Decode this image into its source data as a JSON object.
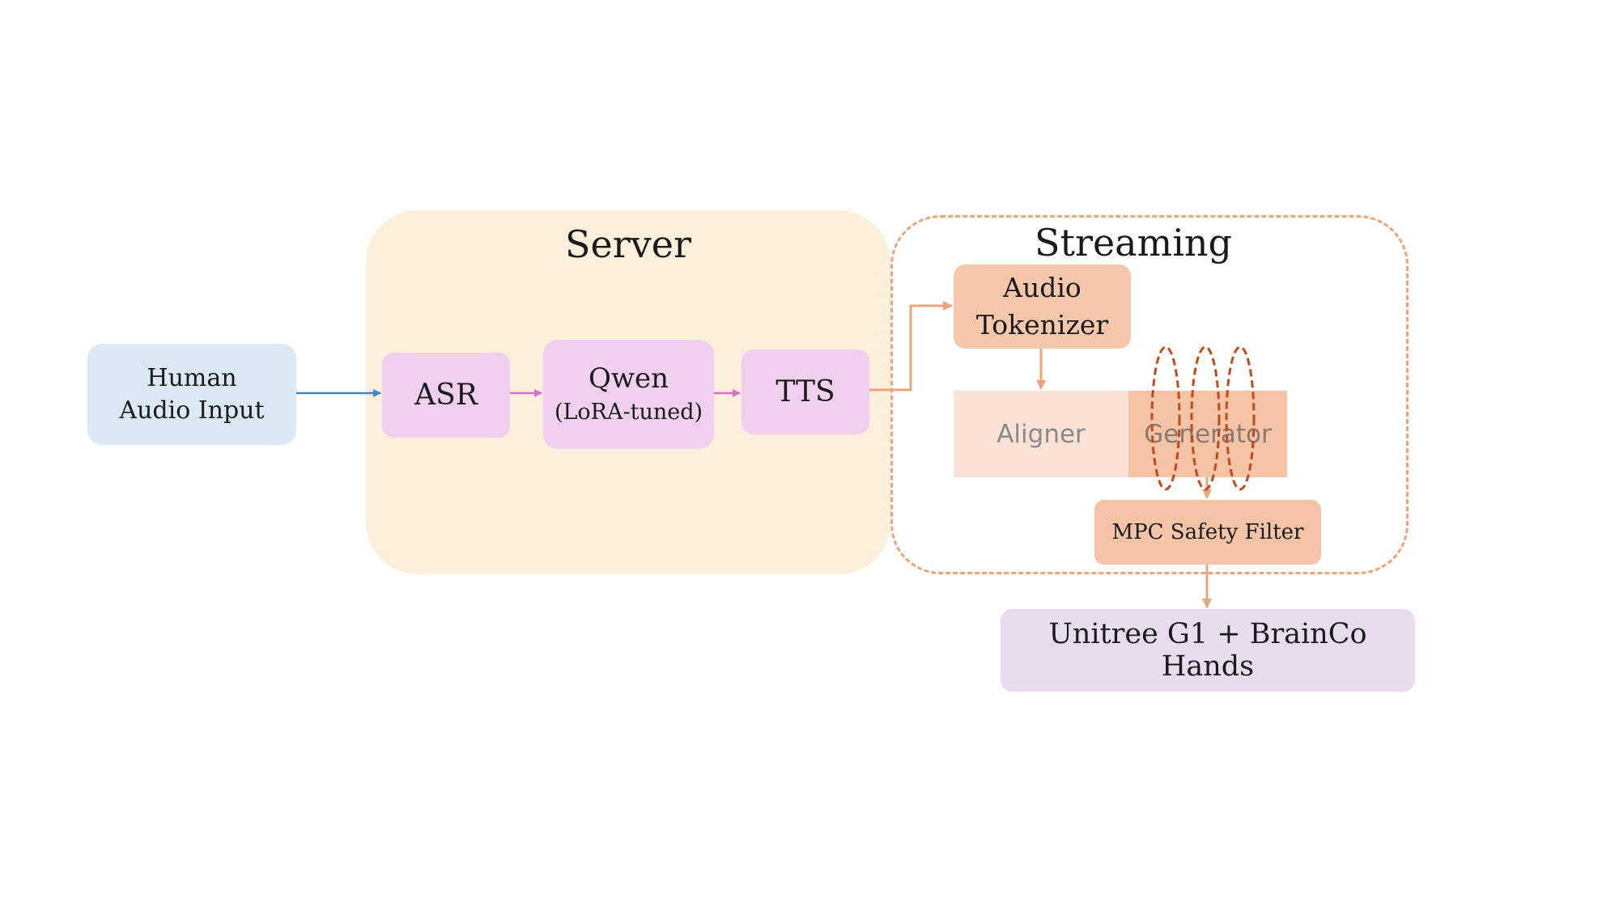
{
  "diagram": {
    "input": {
      "line1": "Human",
      "line2": "Audio Input"
    },
    "server": {
      "title": "Server",
      "asr": "ASR",
      "qwen": {
        "line1": "Qwen",
        "line2": "(LoRA-tuned)"
      },
      "tts": "TTS"
    },
    "streaming": {
      "title": "Streaming",
      "tokenizer": {
        "line1": "Audio",
        "line2": "Tokenizer"
      },
      "aligner": "Aligner",
      "generator": "Generator",
      "safety": "MPC Safety Filter"
    },
    "robot": "Unitree G1 + BrainCo Hands"
  },
  "colors": {
    "input_bg": "#dce9f5",
    "server_bg": "#fcefdc",
    "server_module_bg": "#f0d0ee",
    "streaming_border": "#eaa57e",
    "tokenizer_bg": "#f5c7ab",
    "aligner_bg": "#fbe2d6",
    "generator_bg": "#f5c3a6",
    "loop_stroke": "#bf4a1c",
    "robot_bg": "#e8dcef",
    "arrow_blue": "#3f86c7",
    "arrow_pink": "#d86ed0",
    "arrow_orange": "#eaa57e"
  }
}
